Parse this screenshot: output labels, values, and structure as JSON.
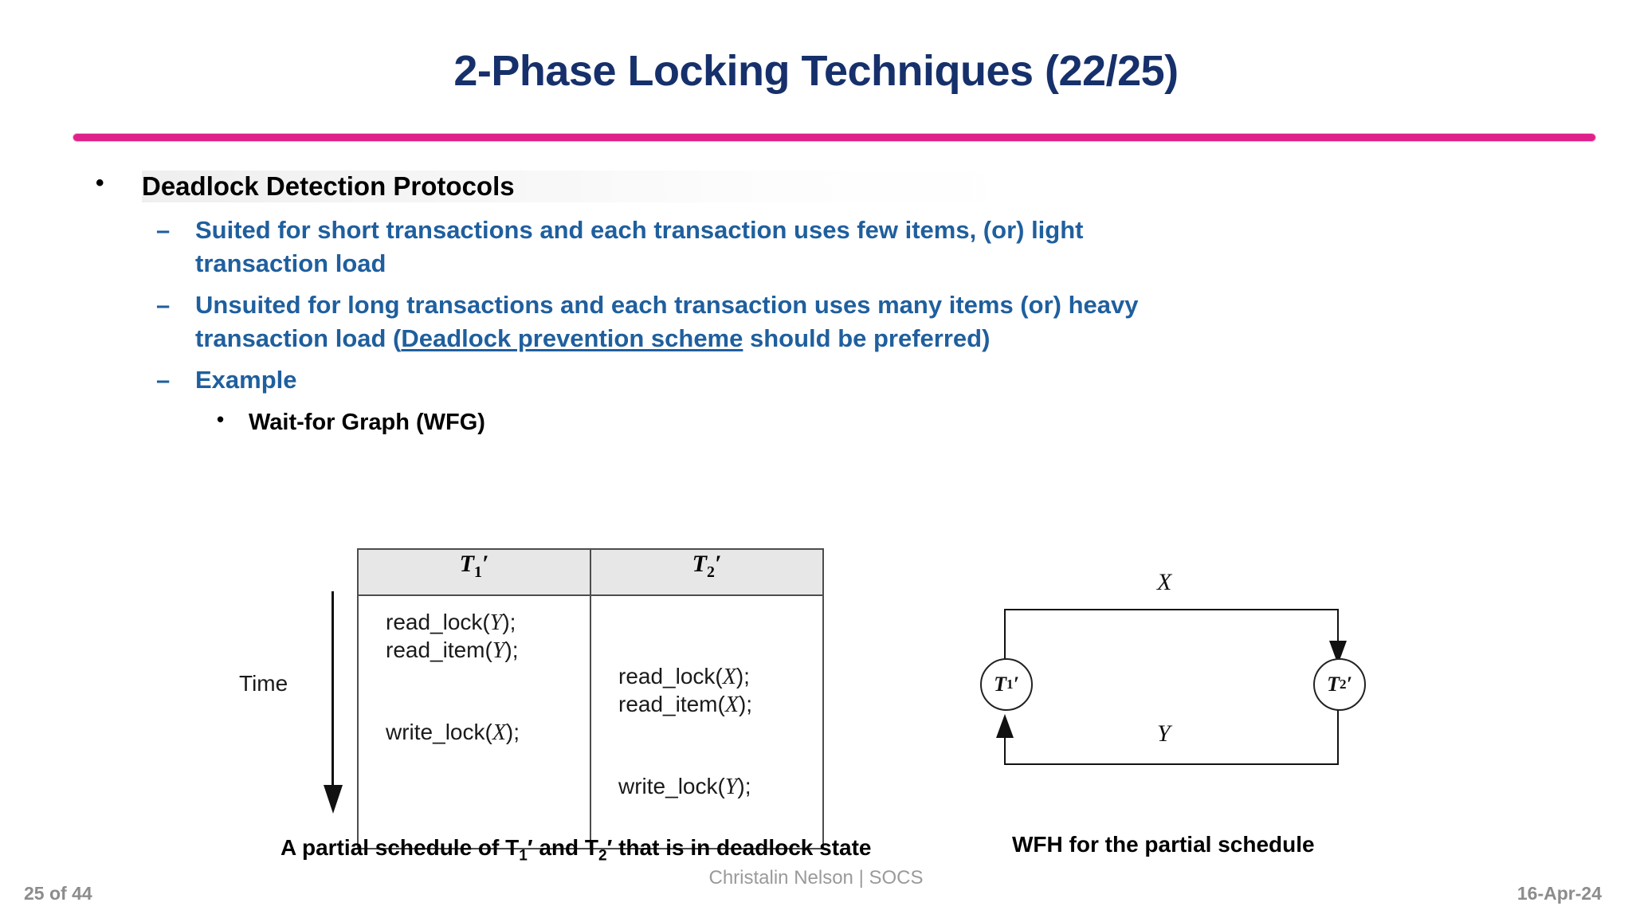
{
  "slide": {
    "title": "2-Phase Locking Techniques (22/25)",
    "accent_color": "#e0218a",
    "title_color": "#16306b",
    "bullet_blue": "#1f5f9e"
  },
  "content": {
    "bullet_marker_l1": "•",
    "bullet_marker_l2": "–",
    "bullet_marker_l3": "•",
    "level1": "Deadlock Detection Protocols",
    "sub1": "Suited for short transactions and each transaction uses few items, (or) light transaction load",
    "sub2_before": "Unsuited for long transactions and each transaction uses many items (or) heavy transaction load (",
    "sub2_underlined": "Deadlock prevention scheme",
    "sub2_after": " should be preferred)",
    "sub3": "Example",
    "sub3_child": "Wait-for Graph (WFG)"
  },
  "schedule_table": {
    "time_label": "Time",
    "headers": [
      "T",
      "T"
    ],
    "header_subs": [
      "1",
      "2"
    ],
    "header_prime": "′",
    "t1_lines": [
      "read_lock(Y);",
      "read_item(Y);",
      "",
      "write_lock(X);"
    ],
    "t2_lines": [
      "",
      "read_lock(X);",
      "read_item(X);",
      "",
      "write_lock(Y);"
    ],
    "t1_ops": {
      "op1": "read_lock(",
      "op1_var": "Y",
      "op1_end": ");",
      "op2": "read_item(",
      "op2_var": "Y",
      "op2_end": ");",
      "op3": "write_lock(",
      "op3_var": "X",
      "op3_end": ");"
    },
    "t2_ops": {
      "op1": "read_lock(",
      "op1_var": "X",
      "op1_end": ");",
      "op2": "read_item(",
      "op2_var": "X",
      "op2_end": ");",
      "op3": "write_lock(",
      "op3_var": "Y",
      "op3_end": ");"
    },
    "caption_parts": {
      "a": "A partial schedule of T",
      "sub1": "1",
      "b": "′ and T",
      "sub2": "2",
      "c": "′ that is in deadlock state"
    }
  },
  "wfg": {
    "node1_letter": "T",
    "node1_sub": "1",
    "node1_prime": "′",
    "node2_letter": "T",
    "node2_sub": "2",
    "node2_prime": "′",
    "edge_top_label": "X",
    "edge_bottom_label": "Y",
    "caption": "WFH for the partial schedule"
  },
  "footer": {
    "center": "Christalin Nelson | SOCS",
    "left": "25 of 44",
    "right": "16-Apr-24"
  }
}
